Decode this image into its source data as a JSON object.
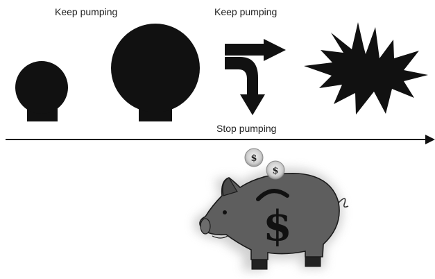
{
  "labels": {
    "keep_pumping_1": "Keep pumping",
    "keep_pumping_2": "Keep pumping",
    "stop_pumping": "Stop pumping"
  },
  "piggy_bank": {
    "symbol": "$",
    "coin_symbol": "$"
  },
  "colors": {
    "balloon": "#111111",
    "pig_body": "#5e5e5e",
    "pig_glow": "#d9d9d9",
    "coin": "#c8c8c8"
  },
  "icons": [
    "small-balloon-icon",
    "large-balloon-icon",
    "branch-arrow-icon",
    "burst-icon",
    "timeline-arrow-icon",
    "piggy-bank-icon",
    "coin-icon"
  ]
}
